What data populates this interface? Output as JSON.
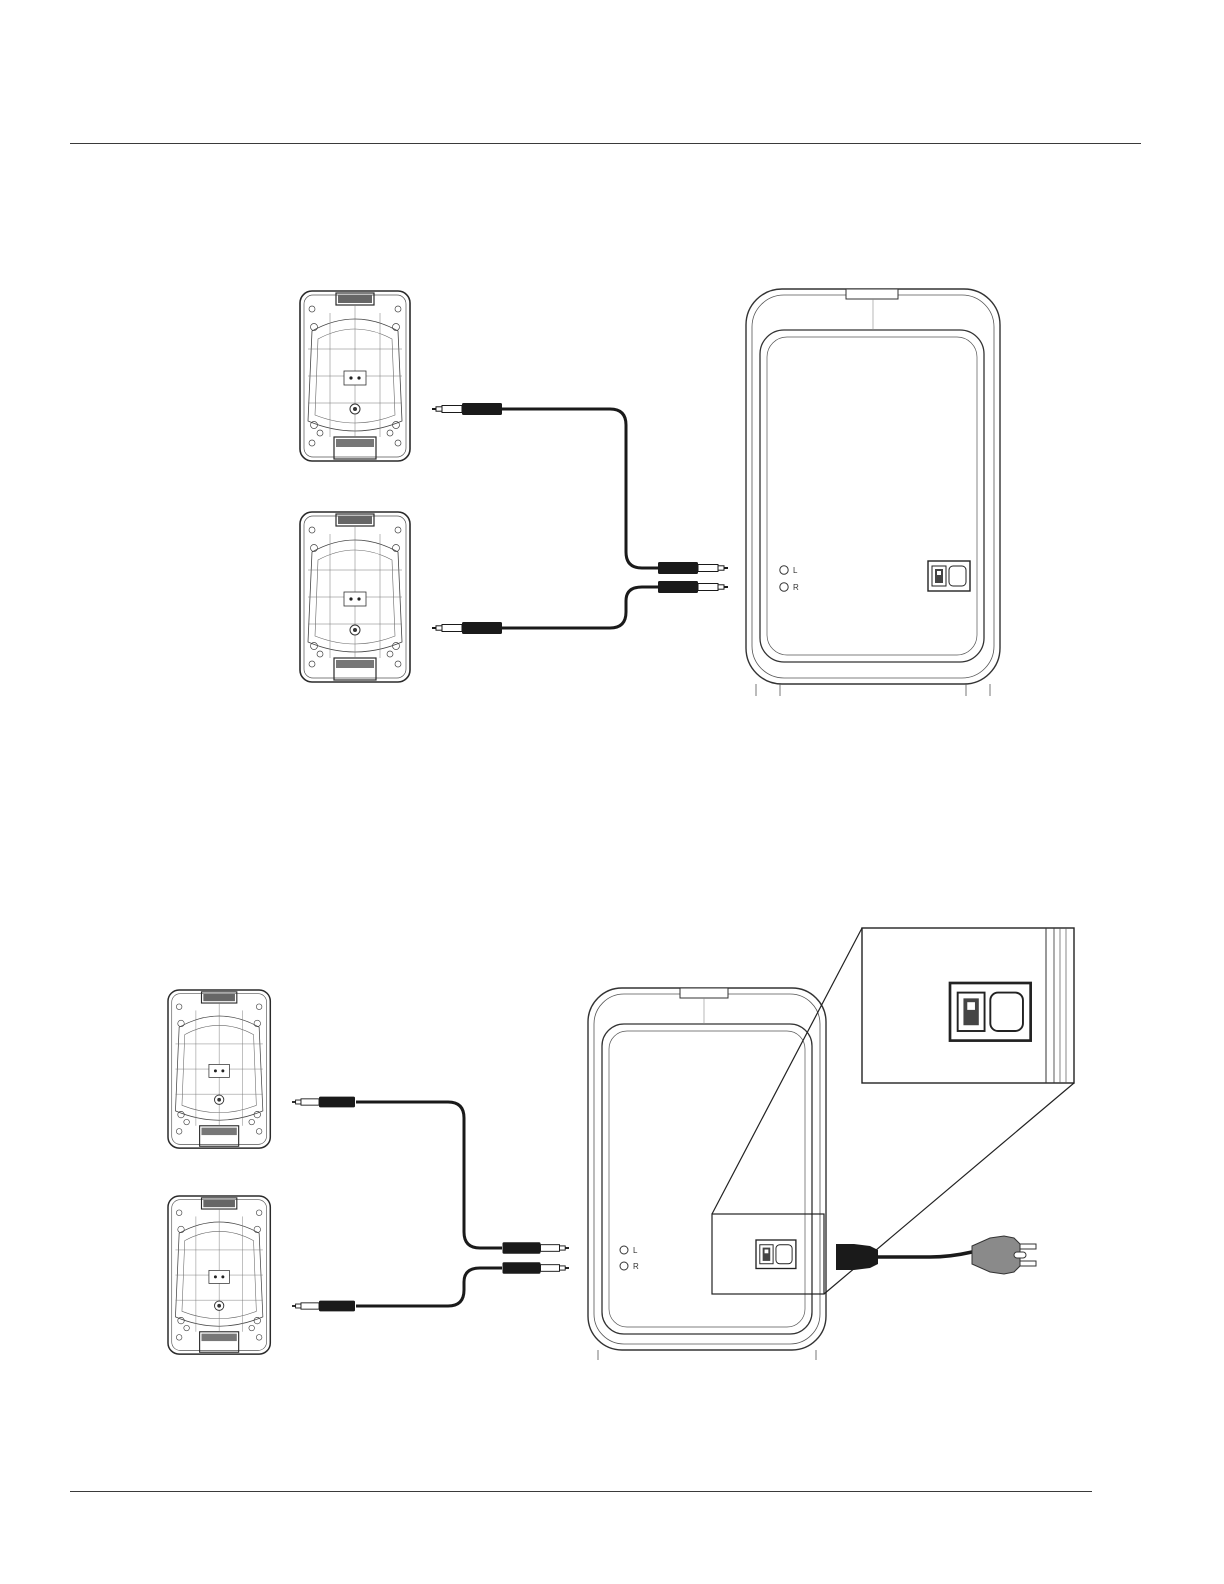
{
  "diagram_top": {
    "jack_labels": {
      "left": "L",
      "right": "R"
    }
  },
  "diagram_bottom": {
    "jack_labels": {
      "left": "L",
      "right": "R"
    }
  },
  "colors": {
    "line": "#3a3a3a",
    "cable": "#1a1a1a",
    "plug_grey": "#8a8a8a"
  },
  "icons": [
    "speaker-back-icon",
    "subwoofer-back-icon",
    "quarter-inch-plug-icon",
    "power-switch-icon",
    "iec-inlet-icon",
    "ac-plug-icon"
  ]
}
